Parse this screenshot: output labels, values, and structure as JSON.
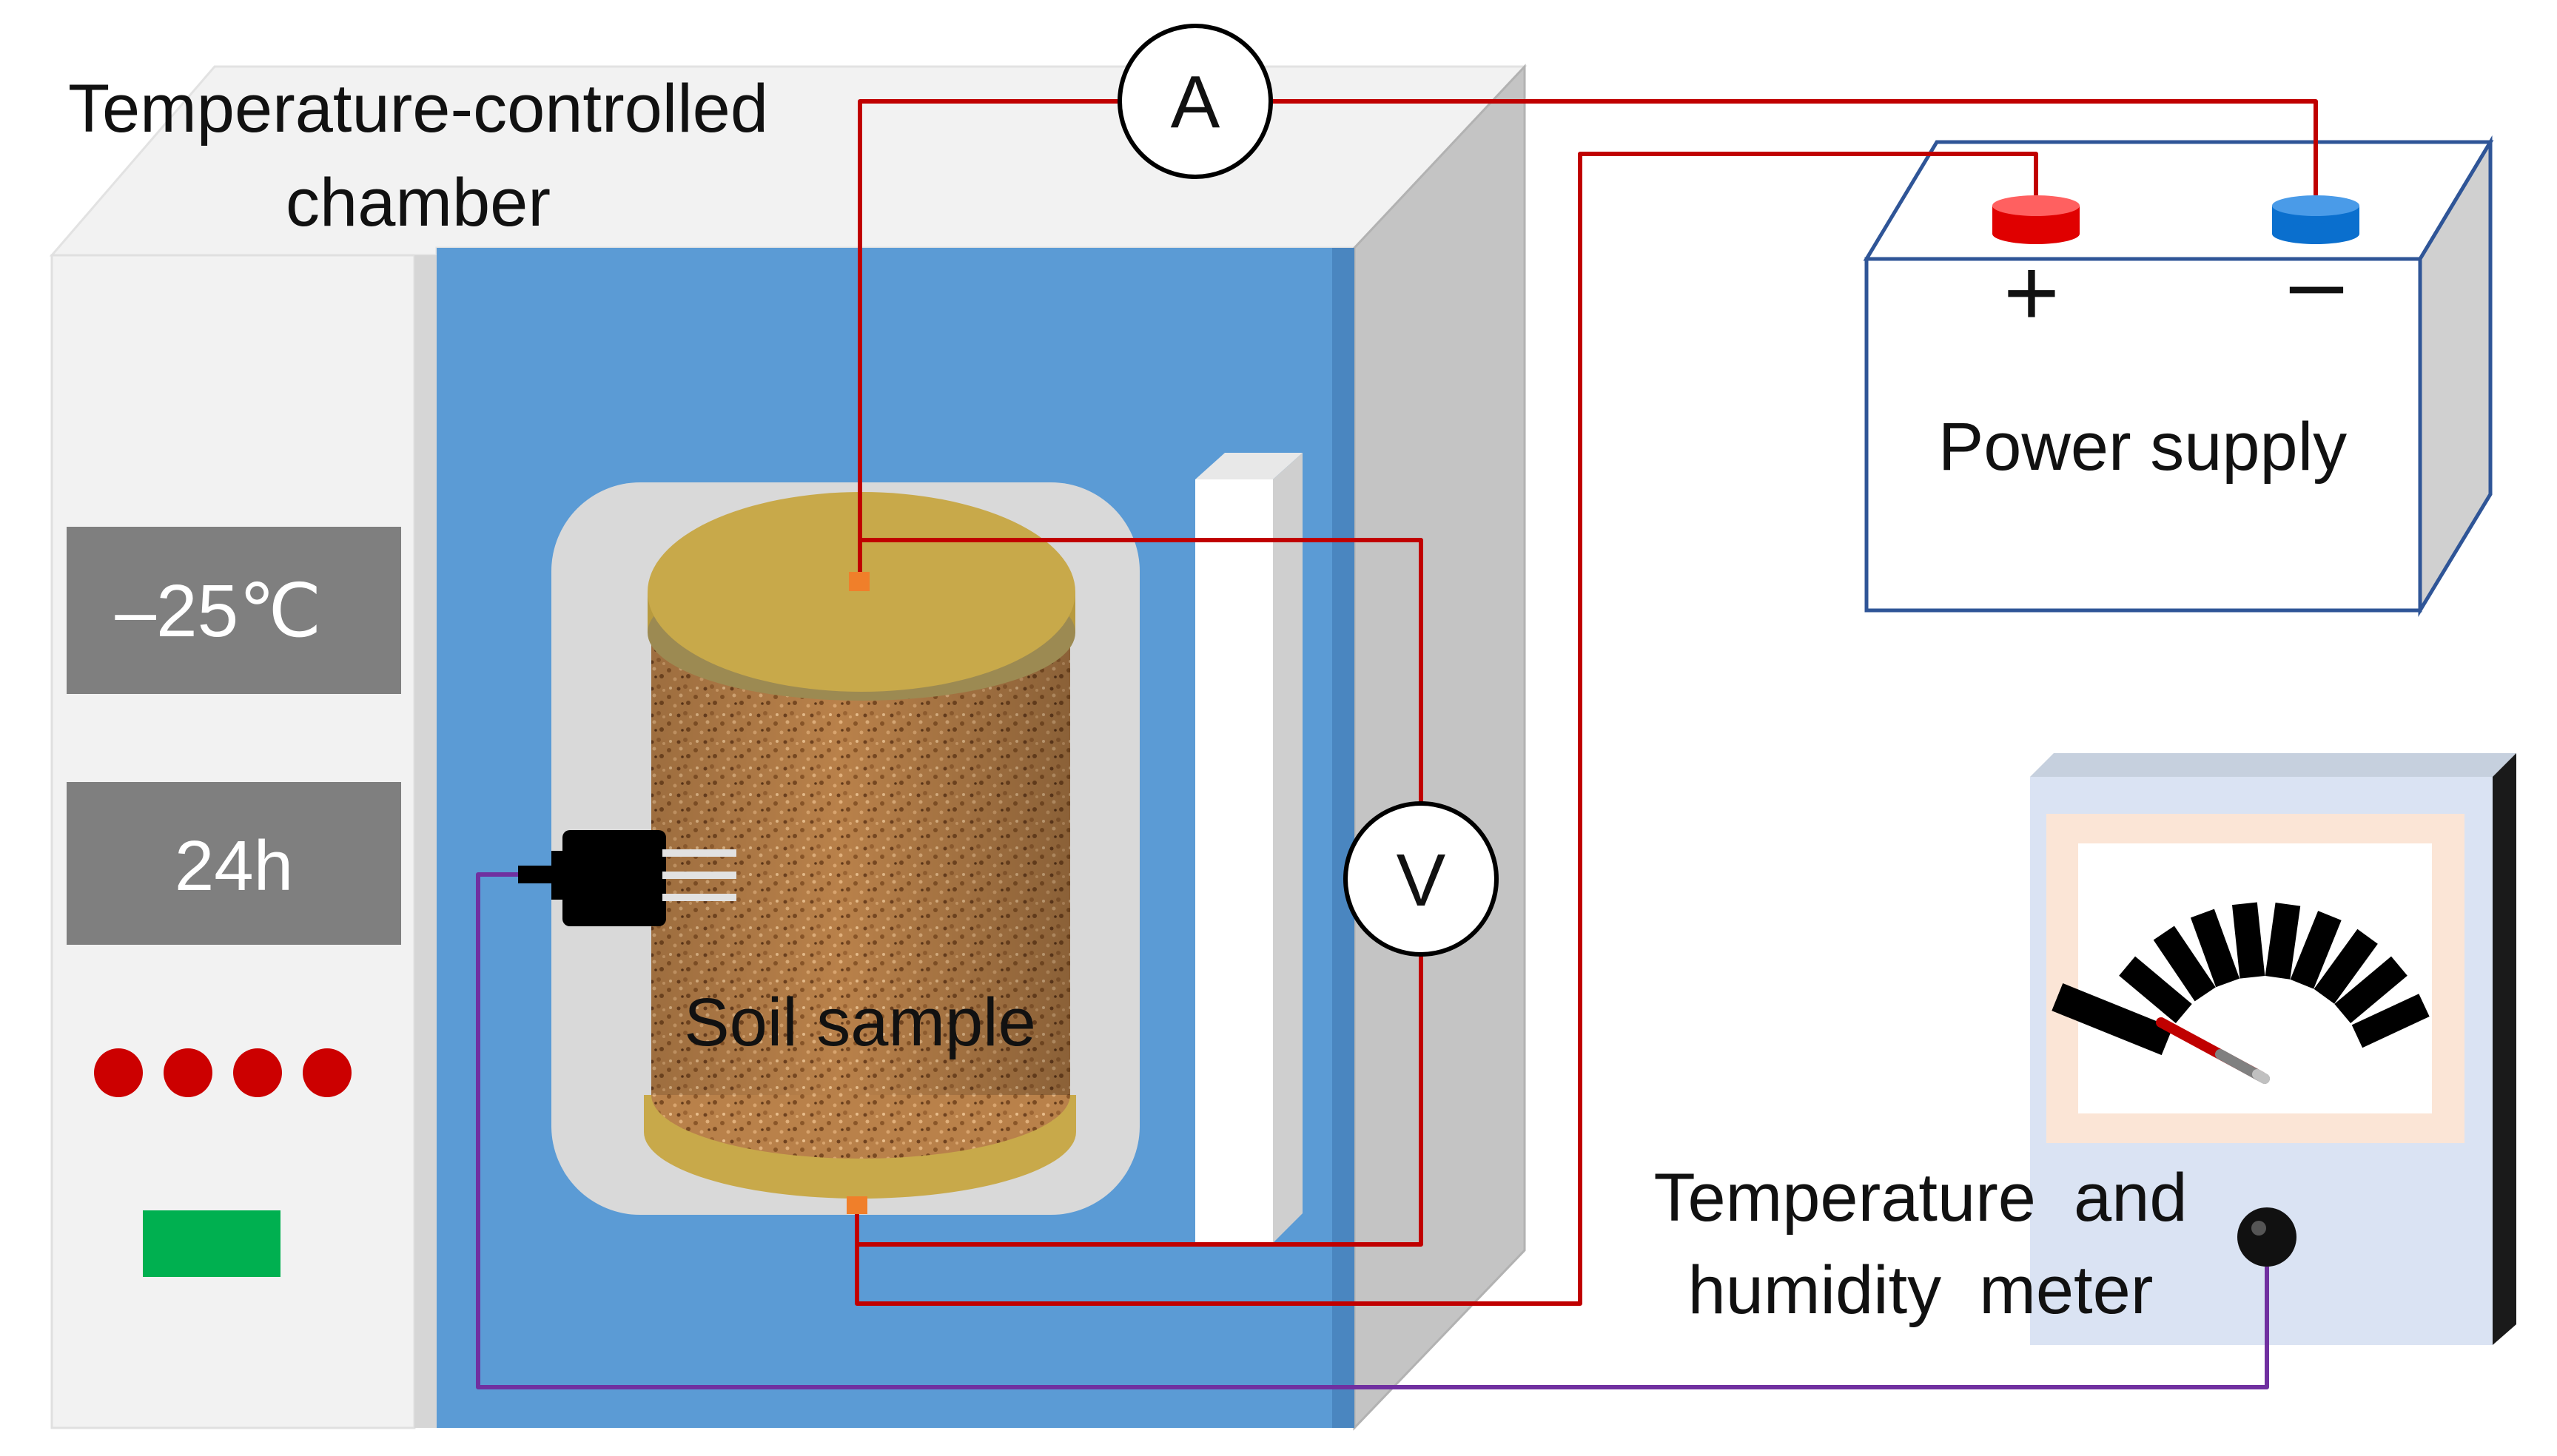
{
  "chamber": {
    "label_line1": "Temperature-controlled",
    "label_line2": "chamber",
    "panel": {
      "temperature": "–25℃",
      "duration": "24h",
      "indicator_count": 4,
      "indicator_color": "#cc0000",
      "status_color": "#00b050"
    },
    "door_color": "#5b9bd5"
  },
  "sample": {
    "label": "Soil sample",
    "cap_color": "#c8a94a",
    "soil_color": "#b9814a"
  },
  "ammeter": {
    "symbol": "A"
  },
  "voltmeter": {
    "symbol": "V"
  },
  "power_supply": {
    "label": "Power supply",
    "positive_symbol": "+",
    "negative_symbol": "–",
    "positive_color": "#e00000",
    "negative_color": "#0a6fce"
  },
  "meter": {
    "label_line1": "Temperature  and",
    "label_line2": "humidity  meter"
  },
  "wires": {
    "current_color": "#c00000",
    "sensor_color": "#7030a0"
  }
}
